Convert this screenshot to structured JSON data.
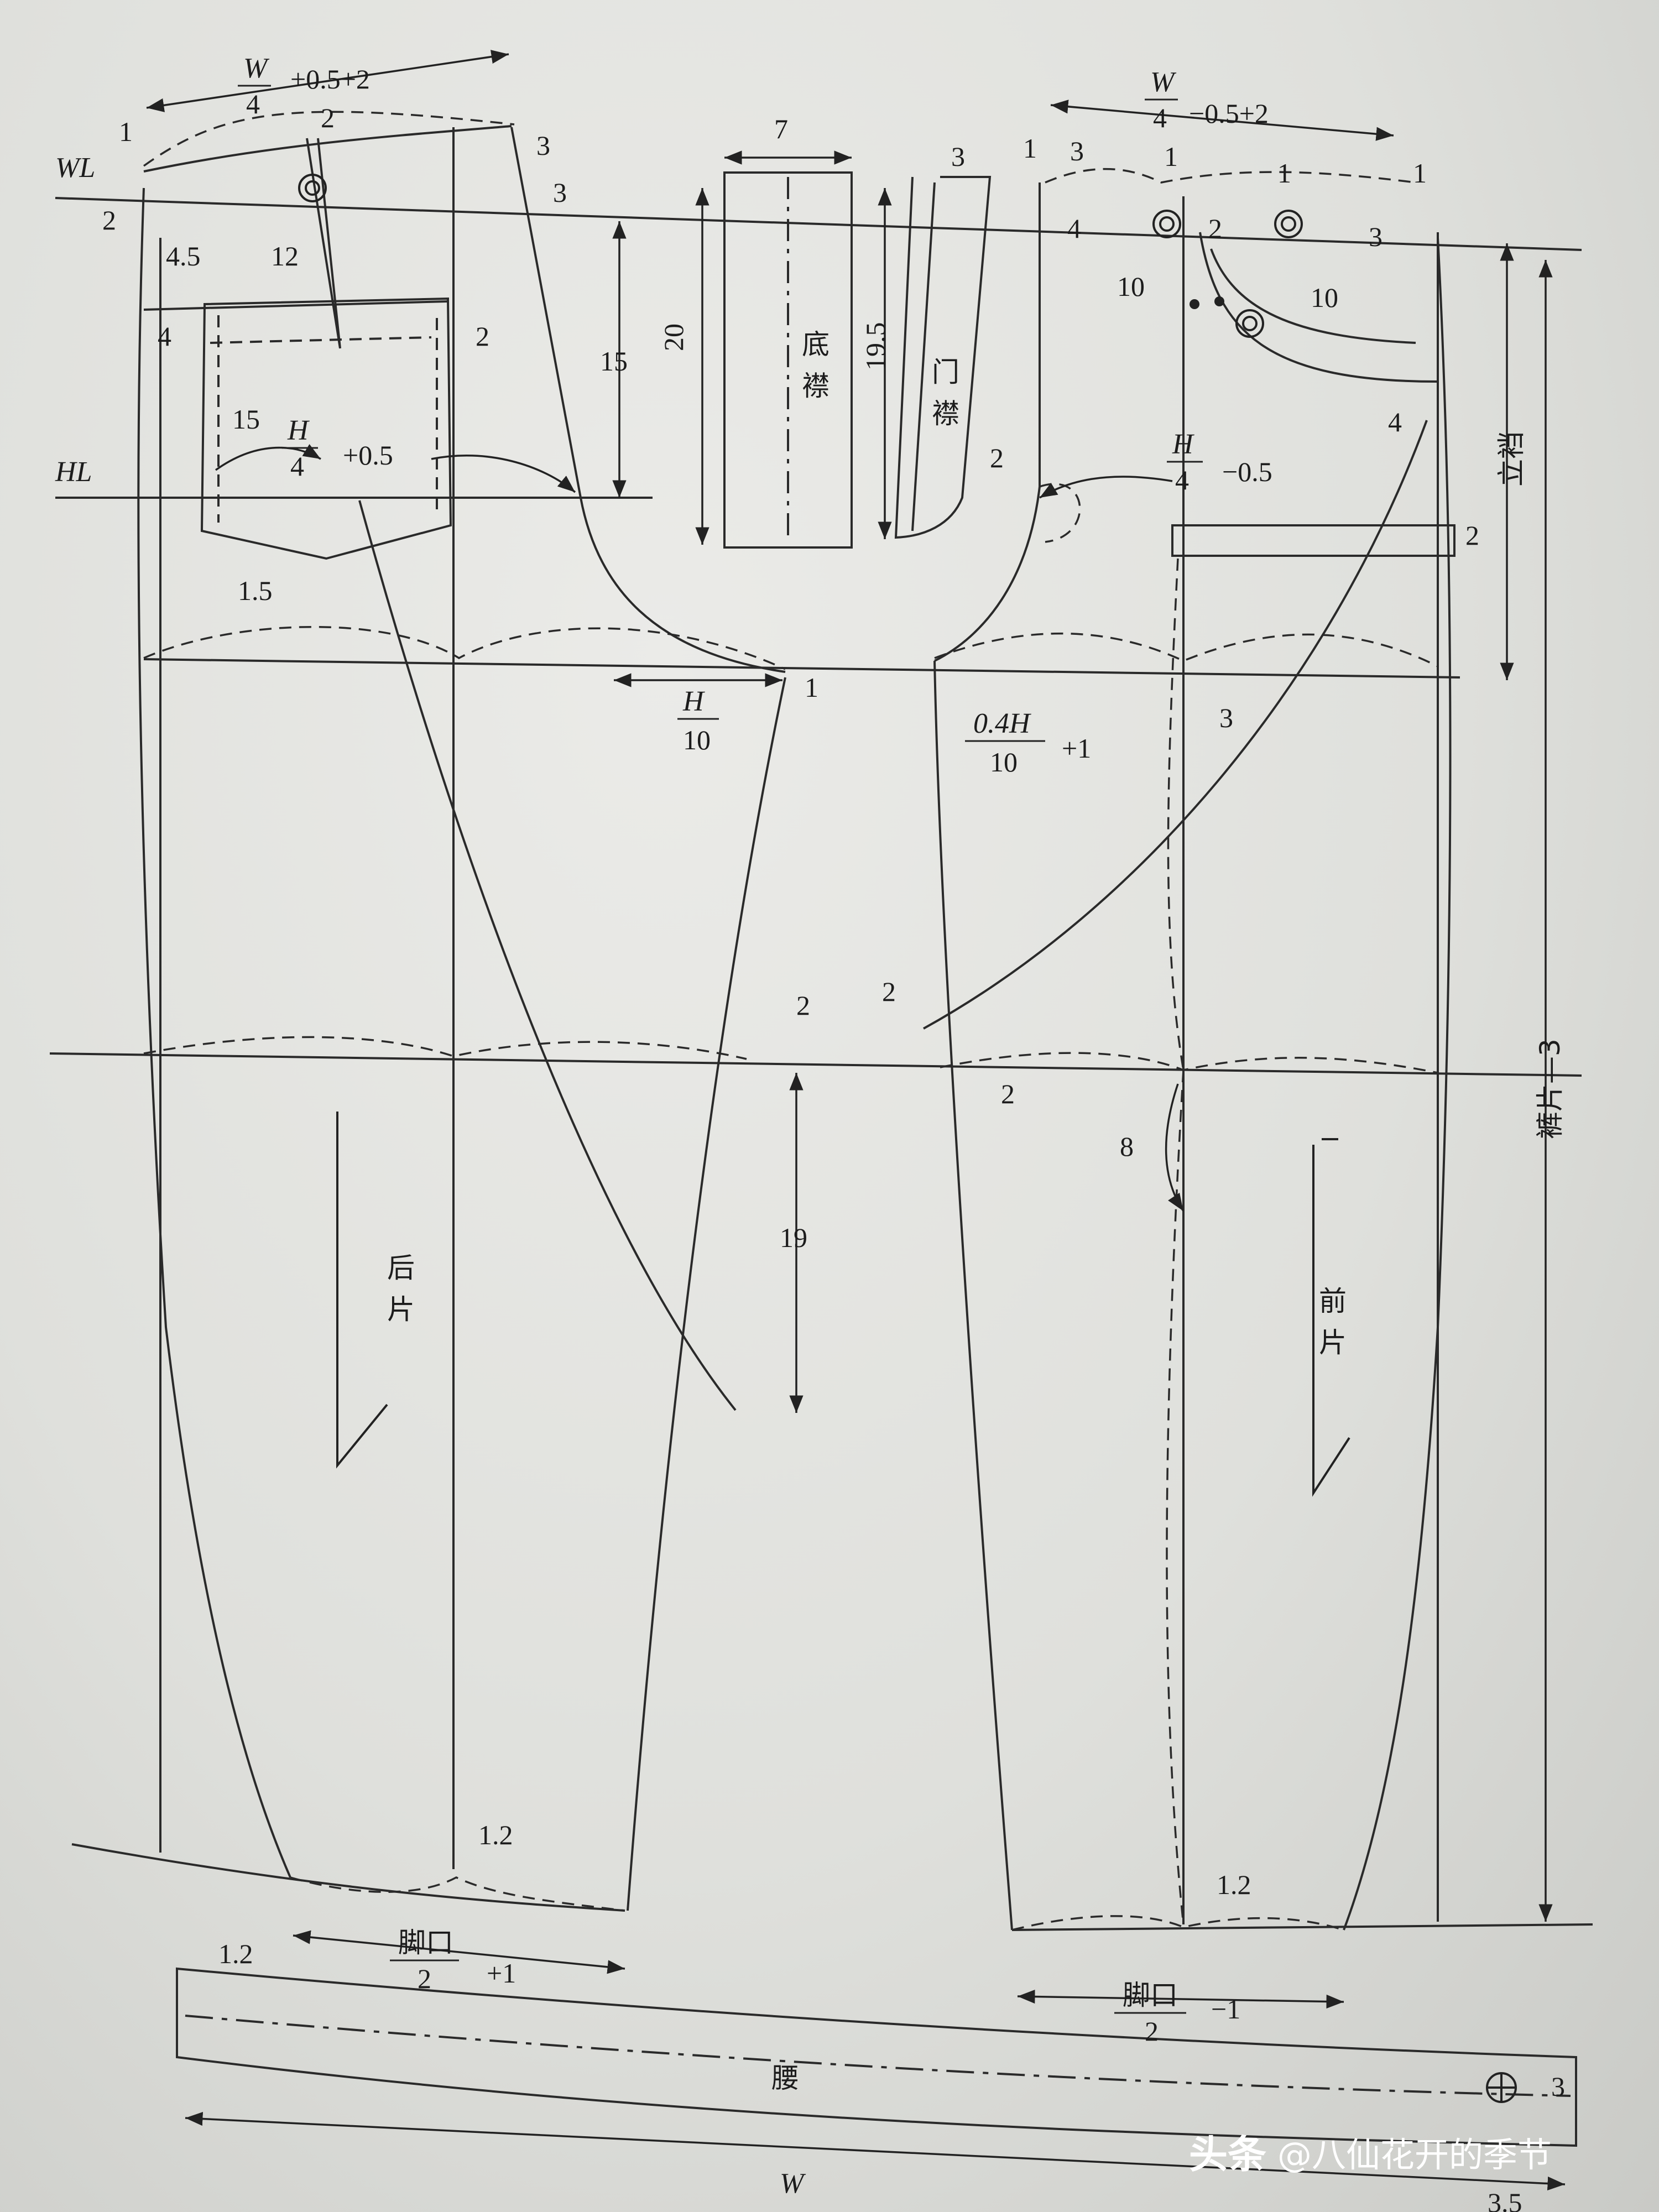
{
  "formulas": {
    "back_waist": {
      "num": "W",
      "den": "4",
      "suffix": "+0.5+2"
    },
    "front_waist": {
      "num": "W",
      "den": "4",
      "suffix": "−0.5+2"
    },
    "back_hip": {
      "num": "H",
      "den": "4",
      "suffix": "+0.5"
    },
    "front_hip": {
      "num": "H",
      "den": "4",
      "suffix": "−0.5"
    },
    "back_crotch": {
      "num": "H",
      "den": "10",
      "suffix": ""
    },
    "front_crotch": {
      "num": "0.4H",
      "den": "10",
      "suffix": "+1"
    },
    "back_hem": {
      "num": "脚口",
      "den": "2",
      "suffix": "+1"
    },
    "front_hem": {
      "num": "脚口",
      "den": "2",
      "suffix": "−1"
    }
  },
  "line_labels": {
    "waist": "WL",
    "hip": "HL"
  },
  "piece_labels": {
    "back": "后片",
    "front": "前片",
    "under_fly": "底襟",
    "fly": "门襟",
    "waistband": "腰",
    "waistband_length": "W",
    "rise": "立裆",
    "side_label": "裤片—3"
  },
  "dims": {
    "d1": "1",
    "d2": "2",
    "d3": "3",
    "d4": "4",
    "d4_5": "4.5",
    "d12": "12",
    "d15": "15",
    "d1_5": "1.5",
    "d20": "20",
    "d7": "7",
    "d19_5": "19.5",
    "d10": "10",
    "d19": "19",
    "d8": "8",
    "d1_2": "1.2",
    "d3_5": "3.5"
  },
  "watermark": {
    "platform": "头条",
    "author": "@八仙花开的季节"
  }
}
